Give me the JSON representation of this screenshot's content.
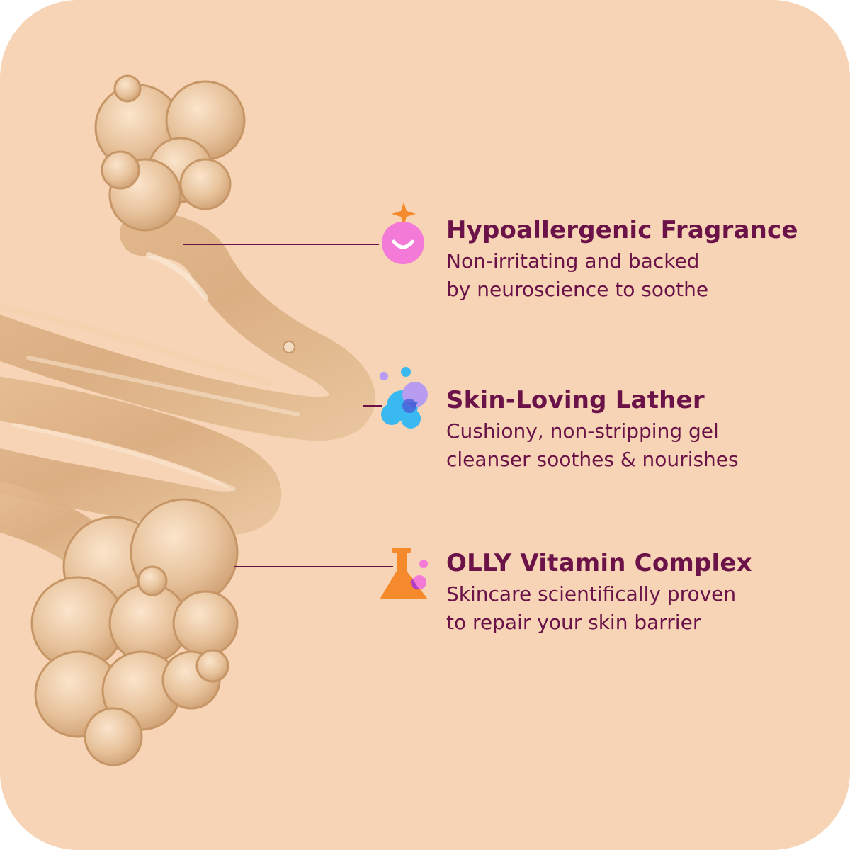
{
  "features": [
    {
      "title": "Hypoallergenic Fragrance",
      "desc_lines": [
        "Non-irritating and backed",
        "by neuroscience to soothe"
      ],
      "icon": "smiley-sparkle-icon"
    },
    {
      "title": "Skin-Loving Lather",
      "desc_lines": [
        "Cushiony, non-stripping gel",
        "cleanser soothes & nourishes"
      ],
      "icon": "bubbles-icon"
    },
    {
      "title": "OLLY Vitamin Complex",
      "desc_lines": [
        "Skincare scientifically proven",
        "to repair your skin barrier"
      ],
      "icon": "flask-icon"
    }
  ],
  "colors": {
    "background": "#f6d4b5",
    "text": "#6b1248",
    "connector": "#6b1248",
    "pink": "#f47ad8",
    "orange": "#f58a2d",
    "blue": "#3ab8f0",
    "lavender": "#b89cf2"
  }
}
